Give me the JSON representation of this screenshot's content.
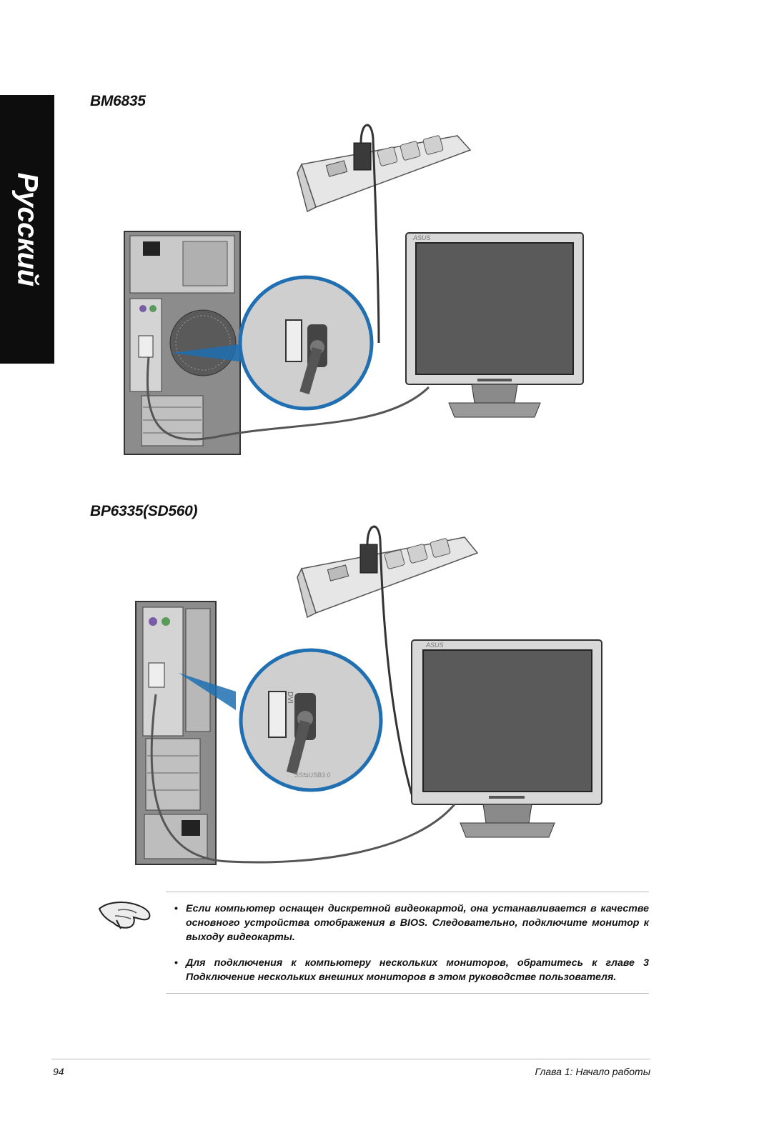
{
  "side_tab": {
    "label": "Русский"
  },
  "models": {
    "first": "BM6835",
    "second": "BP6335(SD560)"
  },
  "illustration": {
    "monitor_brand": "ASUS",
    "dvi_label": "DVI",
    "usb_label": "SS⇆USB3.0"
  },
  "notes": [
    "Если компьютер оснащен дискретной видеокартой, она устанавливается в качестве основного устройства отображения в BIOS. Следовательно, подключите монитор к выходу видеокарты.",
    "Для подключения к компьютеру нескольких мониторов, обратитесь к главе 3 Подключение нескольких внешних мониторов в этом руководстве пользователя."
  ],
  "footer": {
    "page_number": "94",
    "chapter": "Глава 1: Начало работы"
  }
}
